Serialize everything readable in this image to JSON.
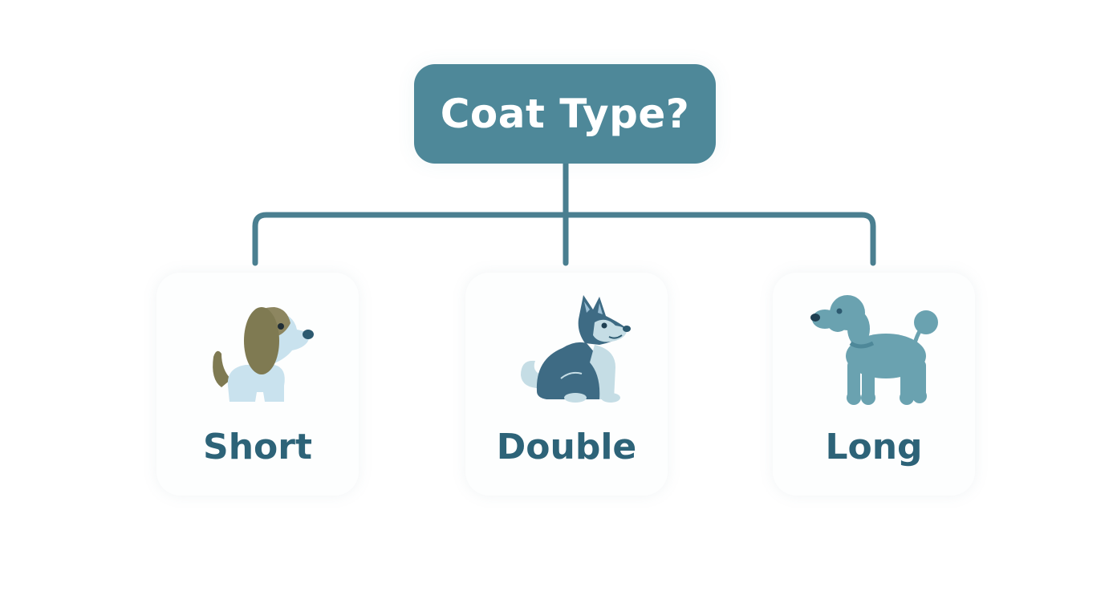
{
  "diagram": {
    "root": {
      "label": "Coat Type?",
      "color": "#4e8899"
    },
    "connector_color": "#4a7f90",
    "branches": [
      {
        "label": "Short",
        "icon": "beagle-dog-icon"
      },
      {
        "label": "Double",
        "icon": "husky-dog-icon"
      },
      {
        "label": "Long",
        "icon": "poodle-dog-icon"
      }
    ],
    "label_color": "#2d6378"
  }
}
